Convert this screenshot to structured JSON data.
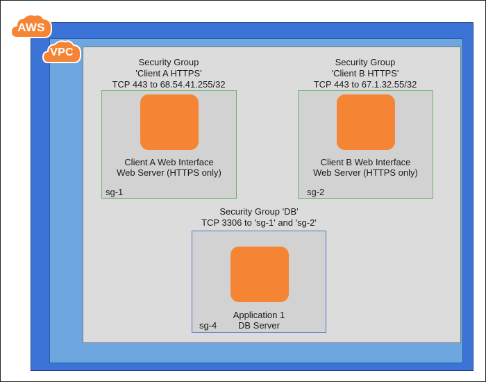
{
  "regions": {
    "aws_label": "AWS",
    "vpc_label": "VPC"
  },
  "security_groups": [
    {
      "title": "Security Group",
      "name": "'Client A HTTPS'",
      "rule": "TCP 443 to 68.54.41.255/32",
      "id": "sg-1",
      "server_line1": "Client A Web Interface",
      "server_line2": "Web Server (HTTPS only)"
    },
    {
      "title": "Security Group",
      "name": "'Client B HTTPS'",
      "rule": "TCP 443 to 67.1.32.55/32",
      "id": "sg-2",
      "server_line1": "Client B Web Interface",
      "server_line2": "Web Server (HTTPS only)"
    },
    {
      "title": "Security Group 'DB'",
      "rule": "TCP 3306 to 'sg-1' and 'sg-2'",
      "id": "sg-4",
      "server_line1": "Application 1",
      "server_line2": "DB Server"
    }
  ],
  "colors": {
    "aws_region": "#3b73d6",
    "vpc_region": "#6ea7df",
    "subnet": "#dcdcdc",
    "cloud_badge": "#f58534",
    "server_icon": "#f58534",
    "server_icon_shadow": "#9d5025",
    "sg_border_web": "#6bb36b",
    "sg_border_db": "#4b75c8"
  },
  "icons": {
    "aws_badge": "cloud-icon",
    "vpc_badge": "cloud-icon",
    "server": "server-icon"
  }
}
